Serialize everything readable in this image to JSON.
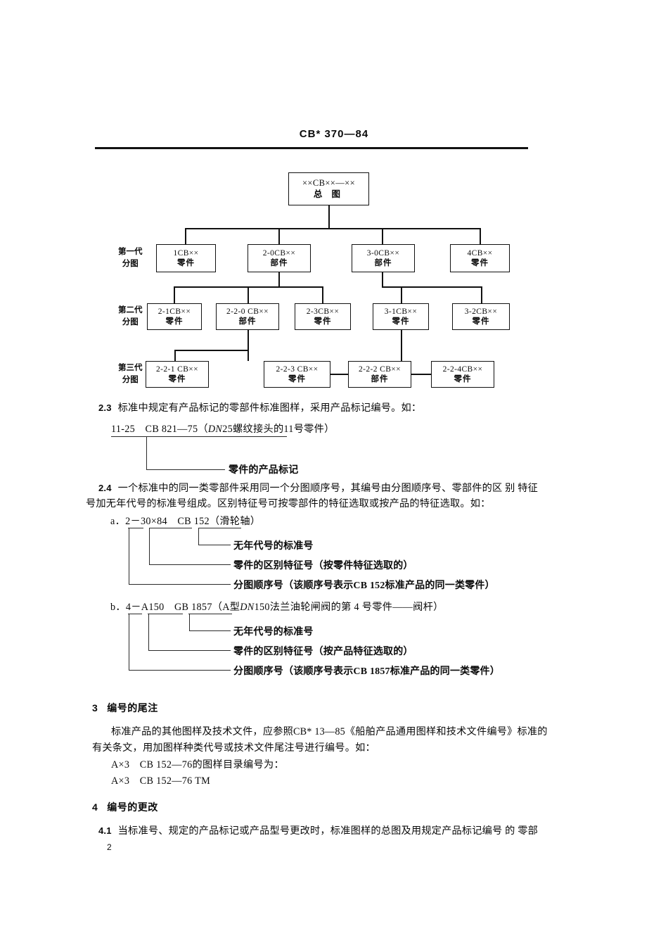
{
  "header": {
    "standard_no": "CB* 370—84"
  },
  "diagram": {
    "generation_labels": [
      {
        "line1": "第一代",
        "line2": "分图"
      },
      {
        "line1": "第二代",
        "line2": "分图"
      },
      {
        "line1": "第三代",
        "line2": "分图"
      }
    ],
    "top": {
      "code": "××CB××—××",
      "kind": "总 图"
    },
    "gen1": [
      {
        "code": "1CB××",
        "kind": "零件"
      },
      {
        "code": "2-0CB××",
        "kind": "部件"
      },
      {
        "code": "3-0CB××",
        "kind": "部件"
      },
      {
        "code": "4CB××",
        "kind": "零件"
      }
    ],
    "gen2": [
      {
        "code": "2-1CB××",
        "kind": "零件"
      },
      {
        "code": "2-2-0 CB××",
        "kind": "部件"
      },
      {
        "code": "2-3CB××",
        "kind": "零件"
      },
      {
        "code": "3-1CB××",
        "kind": "零件"
      },
      {
        "code": "3-2CB××",
        "kind": "零件"
      }
    ],
    "gen3": [
      {
        "code": "2-2-1 CB××",
        "kind": "零件"
      },
      {
        "code": "2-2-3 CB××",
        "kind": "零件"
      },
      {
        "code": "2-2-2 CB××",
        "kind": "部件"
      },
      {
        "code": "2-2-4CB××",
        "kind": "零件"
      }
    ]
  },
  "sec23": {
    "number": "2.3",
    "text": "标准中规定有产品标记的零部件标准图样，采用产品标记编号。如：",
    "example": "11-25　CB 821—75（",
    "example_italic": "DN",
    "example_tail": "25螺纹接头的11号零件）",
    "callout": "零件的产品标记"
  },
  "sec24": {
    "number": "2.4",
    "line1": "一个标准中的同一类零部件采用同一个分图顺序号，其编号由分图顺序号、零部件的区 别 特征",
    "line2": "号加无年代号的标准号组成。区别特征号可按零部件的特征选取或按产品的特征选取。如：",
    "a": {
      "marker": "a．",
      "code": "2－30×84　CB 152（滑轮轴）",
      "callouts": [
        "无年代号的标准号",
        "零件的区别特征号（按零件特征选取的）",
        "分图顺序号（该顺序号表示CB 152标准产品的同一类零件）"
      ]
    },
    "b": {
      "marker": "b．",
      "code_pre": "4－A150　GB 1857（A型",
      "code_italic": "DN",
      "code_tail": "150法兰油轮闸阀的第 4 号零件——阀杆）",
      "callouts": [
        "无年代号的标准号",
        "零件的区别特征号（按产品特征选取的）",
        "分图顺序号（该顺序号表示CB 1857标准产品的同一类零件）"
      ]
    }
  },
  "sec3": {
    "number": "3",
    "title": "编号的尾注",
    "line1": "标准产品的其他图样及技术文件，应参照CB* 13—85《船舶产品通用图样和技术文件编号》标准的",
    "line2": "有关条文，用加图样种类代号或技术文件尾注号进行编号。如：",
    "example1": "A×3　CB 152—76的图样目录编号为：",
    "example2": "A×3　CB 152—76 TM"
  },
  "sec4": {
    "number": "4",
    "title": "编号的更改",
    "item_number": "4.1",
    "item_text": "当标准号、规定的产品标记或产品型号更改时，标准图样的总图及用规定产品标记编号 的 零部"
  },
  "footer": {
    "page_number": "2"
  }
}
